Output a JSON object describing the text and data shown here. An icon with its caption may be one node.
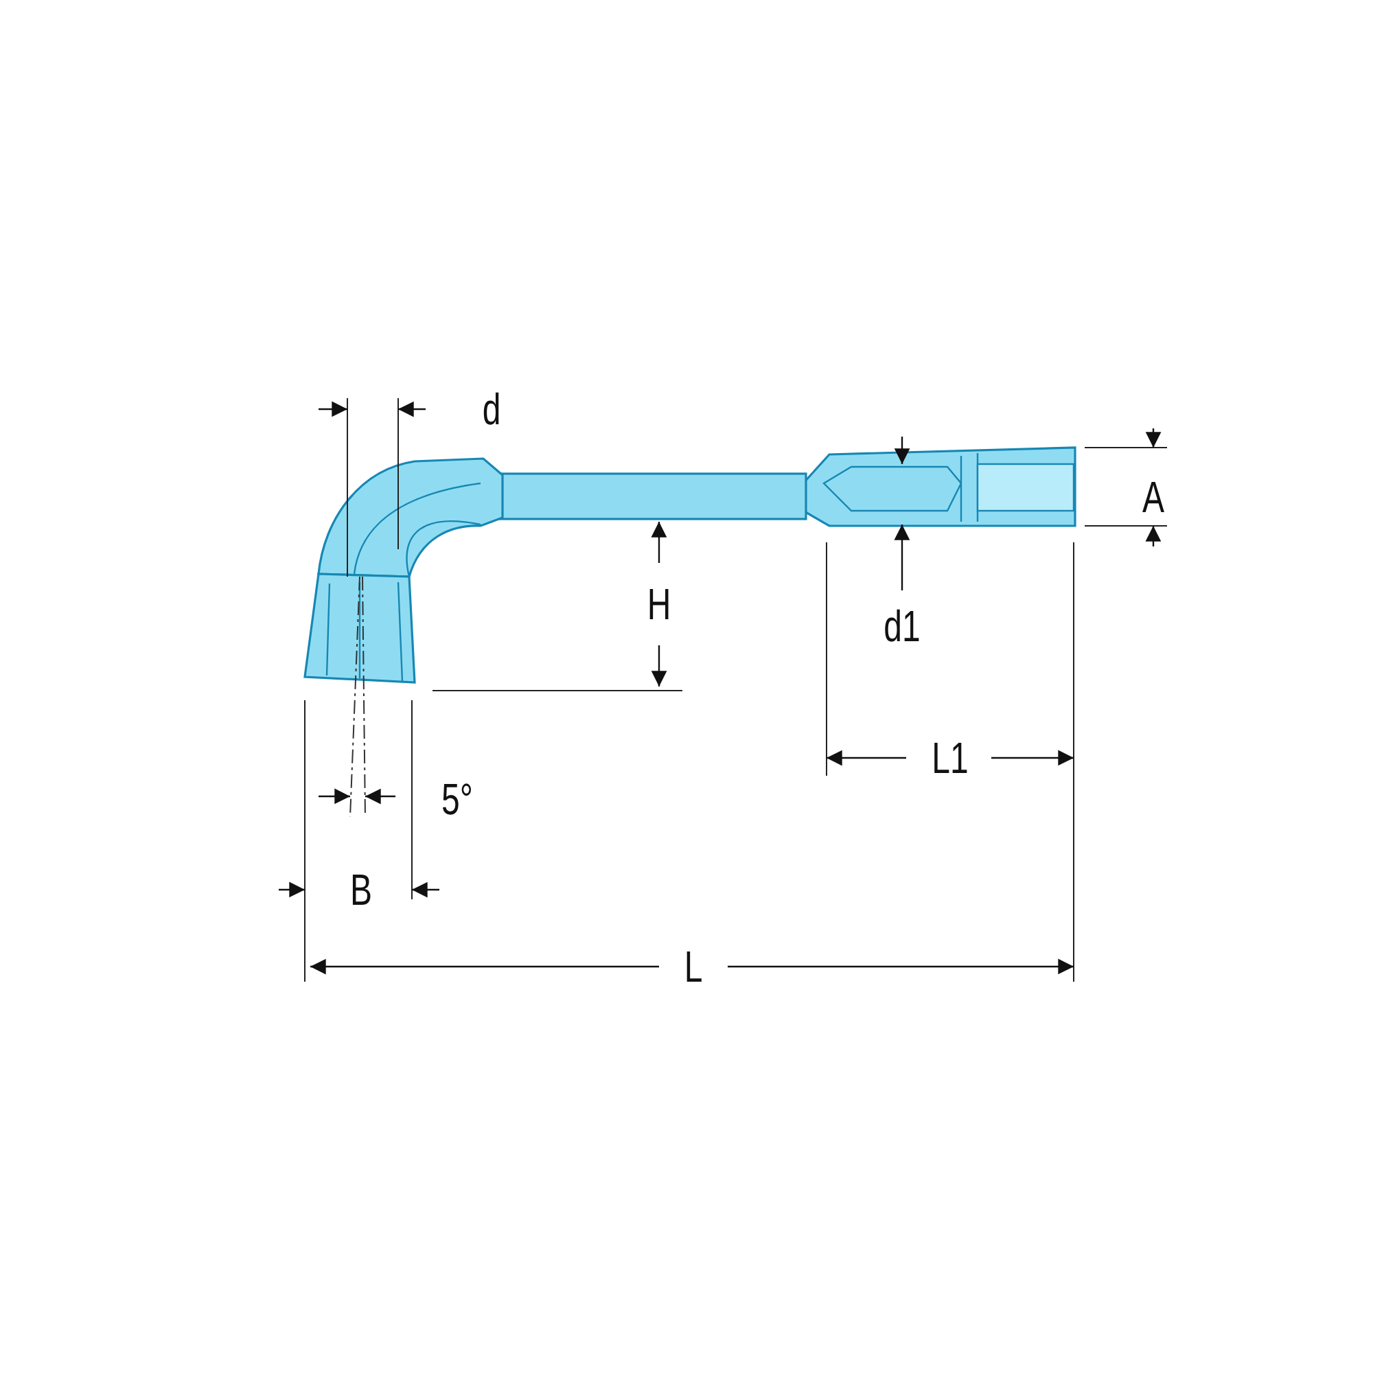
{
  "diagram": {
    "labels": [
      "d",
      "A",
      "H",
      "d1",
      "L1",
      "5°",
      "B",
      "L"
    ]
  }
}
